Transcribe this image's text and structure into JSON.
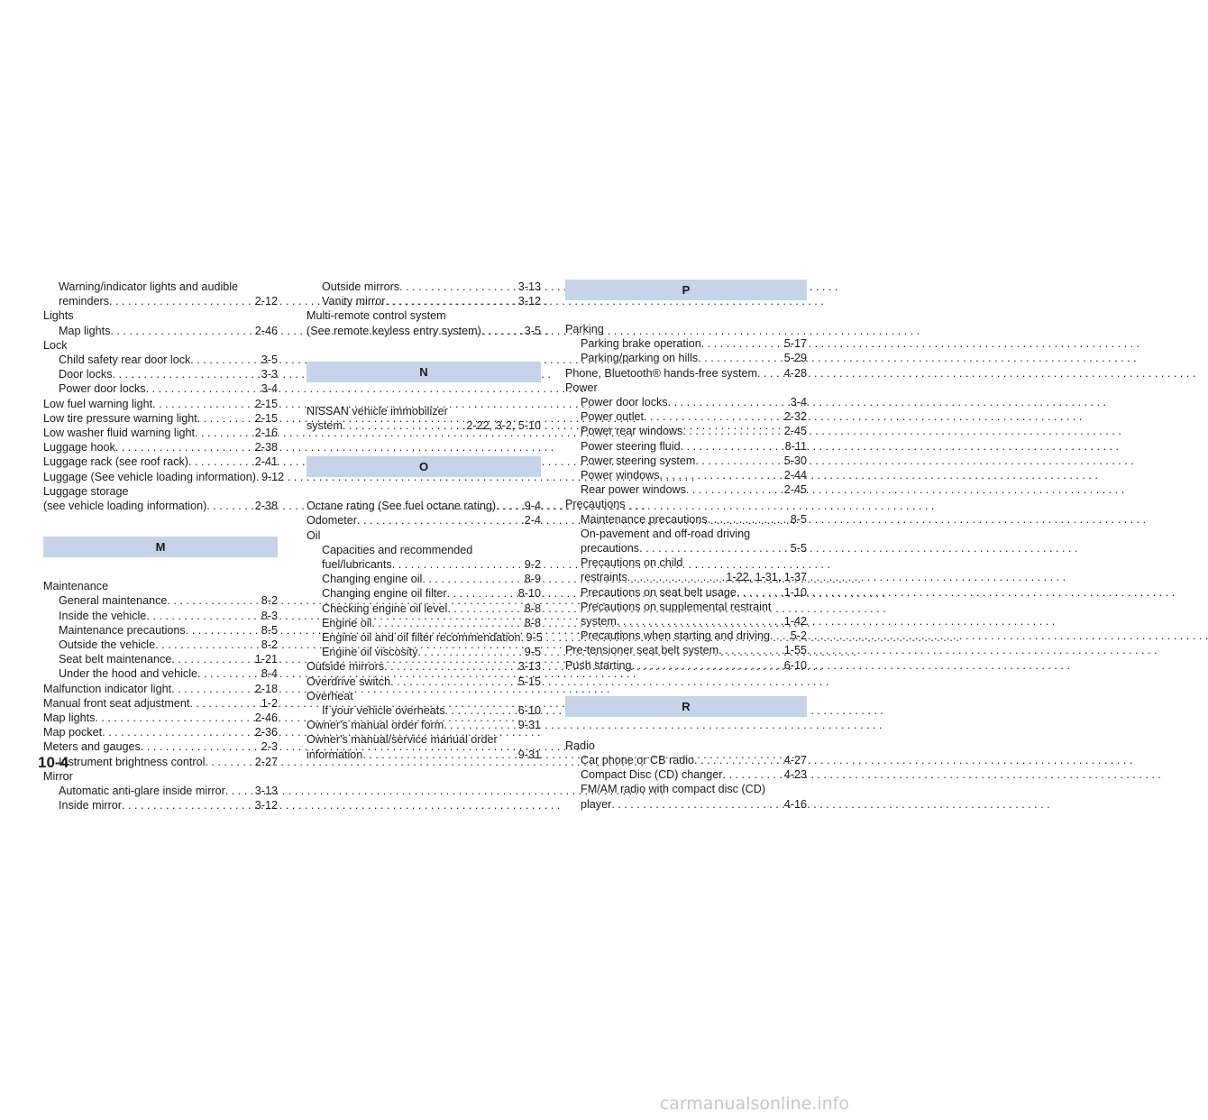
{
  "page_number": "10-4",
  "watermark": "carmanualsonline.info",
  "col1": {
    "top_entries": [
      {
        "wrap": "Warning/indicator lights and audible",
        "label": "reminders",
        "page": "2-12",
        "indent": true
      },
      {
        "head": "Lights"
      },
      {
        "label": "Map lights",
        "page": "2-46",
        "indent": true
      },
      {
        "head": "Lock"
      },
      {
        "label": "Child safety rear door lock",
        "page": "3-5",
        "indent": true
      },
      {
        "label": "Door locks",
        "page": "3-3",
        "indent": true
      },
      {
        "label": "Power door locks",
        "page": "3-4",
        "indent": true
      },
      {
        "label": "Low fuel warning light",
        "page": "2-15"
      },
      {
        "label": "Low tire pressure warning light",
        "page": "2-15"
      },
      {
        "label": "Low washer fluid warning light",
        "page": "2-16"
      },
      {
        "label": "Luggage hook",
        "page": "2-38"
      },
      {
        "label": "Luggage rack (see roof rack)",
        "page": "2-41"
      },
      {
        "label": "Luggage (See vehicle loading information)",
        "page": "9-12"
      },
      {
        "head": "Luggage storage"
      },
      {
        "label": "(see vehicle loading information)",
        "page": "2-38"
      }
    ],
    "section_m": "M",
    "m_entries": [
      {
        "head": "Maintenance"
      },
      {
        "label": "General maintenance",
        "page": "8-2",
        "indent": true
      },
      {
        "label": "Inside the vehicle",
        "page": "8-3",
        "indent": true
      },
      {
        "label": "Maintenance precautions",
        "page": "8-5",
        "indent": true
      },
      {
        "label": "Outside the vehicle",
        "page": "8-2",
        "indent": true
      },
      {
        "label": "Seat belt maintenance",
        "page": "1-21",
        "indent": true
      },
      {
        "label": "Under the hood and vehicle",
        "page": "8-4",
        "indent": true
      },
      {
        "label": "Malfunction indicator light",
        "page": "2-18"
      },
      {
        "label": "Manual front seat adjustment",
        "page": "1-2"
      },
      {
        "label": "Map lights",
        "page": "2-46"
      },
      {
        "label": "Map pocket",
        "page": "2-36"
      },
      {
        "label": "Meters and gauges",
        "page": "2-3"
      },
      {
        "label": "Instrument brightness control",
        "page": "2-27",
        "indent": true
      },
      {
        "head": "Mirror"
      },
      {
        "label": "Automatic anti-glare inside mirror",
        "page": "3-13",
        "indent": true
      },
      {
        "label": "Inside mirror",
        "page": "3-12",
        "indent": true
      }
    ]
  },
  "col2": {
    "top_entries": [
      {
        "label": "Outside mirrors",
        "page": "3-13",
        "indent": true
      },
      {
        "label": "Vanity mirror",
        "page": "3-12",
        "indent": true
      },
      {
        "head": "Multi-remote control system"
      },
      {
        "label": "(See remote keyless entry system)",
        "page": "3-5"
      }
    ],
    "section_n": "N",
    "n_entries": [
      {
        "head": "NISSAN vehicle immobilizer"
      },
      {
        "label": "system",
        "page": "2-22, 3-2, 5-10"
      }
    ],
    "section_o": "O",
    "o_entries": [
      {
        "label": "Octane rating (See fuel octane rating)",
        "page": "9-4"
      },
      {
        "label": "Odometer",
        "page": "2-4"
      },
      {
        "head": "Oil"
      },
      {
        "wrap": "Capacities and recommended",
        "label": "fuel/lubricants",
        "page": "9-2",
        "indent": true
      },
      {
        "label": "Changing engine oil",
        "page": "8-9",
        "indent": true
      },
      {
        "label": "Changing engine oil filter",
        "page": "8-10",
        "indent": true
      },
      {
        "label": "Checking engine oil level",
        "page": "8-8",
        "indent": true
      },
      {
        "label": "Engine oil",
        "page": "8-8",
        "indent": true
      },
      {
        "label": "Engine oil and oil filter recommendation",
        "page": "9-5",
        "indent": true
      },
      {
        "label": "Engine oil viscosity",
        "page": "9-5",
        "indent": true
      },
      {
        "label": "Outside mirrors",
        "page": "3-13"
      },
      {
        "label": "Overdrive switch",
        "page": "5-15"
      },
      {
        "head": "Overheat"
      },
      {
        "label": "If your vehicle overheats",
        "page": "6-10",
        "indent": true
      },
      {
        "label": "Owner's manual order form",
        "page": "9-31"
      },
      {
        "head": "Owner's manual/service manual order"
      },
      {
        "label": "information",
        "page": "9-31"
      }
    ]
  },
  "col3": {
    "section_p": "P",
    "p_entries": [
      {
        "head": "Parking"
      },
      {
        "label": "Parking brake operation",
        "page": "5-17",
        "indent": true
      },
      {
        "label": "Parking/parking on hills",
        "page": "5-29",
        "indent": true
      },
      {
        "label": "Phone, Bluetooth® hands-free system",
        "page": "4-28"
      },
      {
        "head": "Power"
      },
      {
        "label": "Power door locks",
        "page": "3-4",
        "indent": true
      },
      {
        "label": "Power outlet",
        "page": "2-32",
        "indent": true
      },
      {
        "label": "Power rear windows",
        "page": "2-45",
        "indent": true
      },
      {
        "label": "Power steering fluid",
        "page": "8-11",
        "indent": true
      },
      {
        "label": "Power steering system",
        "page": "5-30",
        "indent": true
      },
      {
        "label": "Power windows",
        "page": "2-44",
        "indent": true
      },
      {
        "label": "Rear power windows",
        "page": "2-45",
        "indent": true
      },
      {
        "head": "Precautions"
      },
      {
        "label": "Maintenance precautions",
        "page": "8-5",
        "indent": true
      },
      {
        "wrap": "On-pavement and off-road driving",
        "label": "precautions",
        "page": "5-5",
        "indent": true
      },
      {
        "wrap": "Precautions on child",
        "label": "restraints",
        "page": "1-22, 1-31, 1-37",
        "indent": true
      },
      {
        "label": "Precautions on seat belt usage",
        "page": "1-10",
        "indent": true
      },
      {
        "wrap": "Precautions on supplemental restraint",
        "label": "system",
        "page": "1-42",
        "indent": true
      },
      {
        "label": "Precautions when starting and driving",
        "page": "5-2",
        "indent": true
      },
      {
        "label": "Pre-tensioner seat belt system",
        "page": "1-55"
      },
      {
        "label": "Push starting",
        "page": "6-10"
      }
    ],
    "section_r": "R",
    "r_entries": [
      {
        "head": "Radio"
      },
      {
        "label": "Car phone or CB radio",
        "page": "4-27",
        "indent": true
      },
      {
        "label": "Compact Disc (CD) changer",
        "page": "4-23",
        "indent": true
      },
      {
        "wrap": "FM/AM radio with compact disc (CD)",
        "label": "player",
        "page": "4-16",
        "indent": true
      }
    ]
  }
}
